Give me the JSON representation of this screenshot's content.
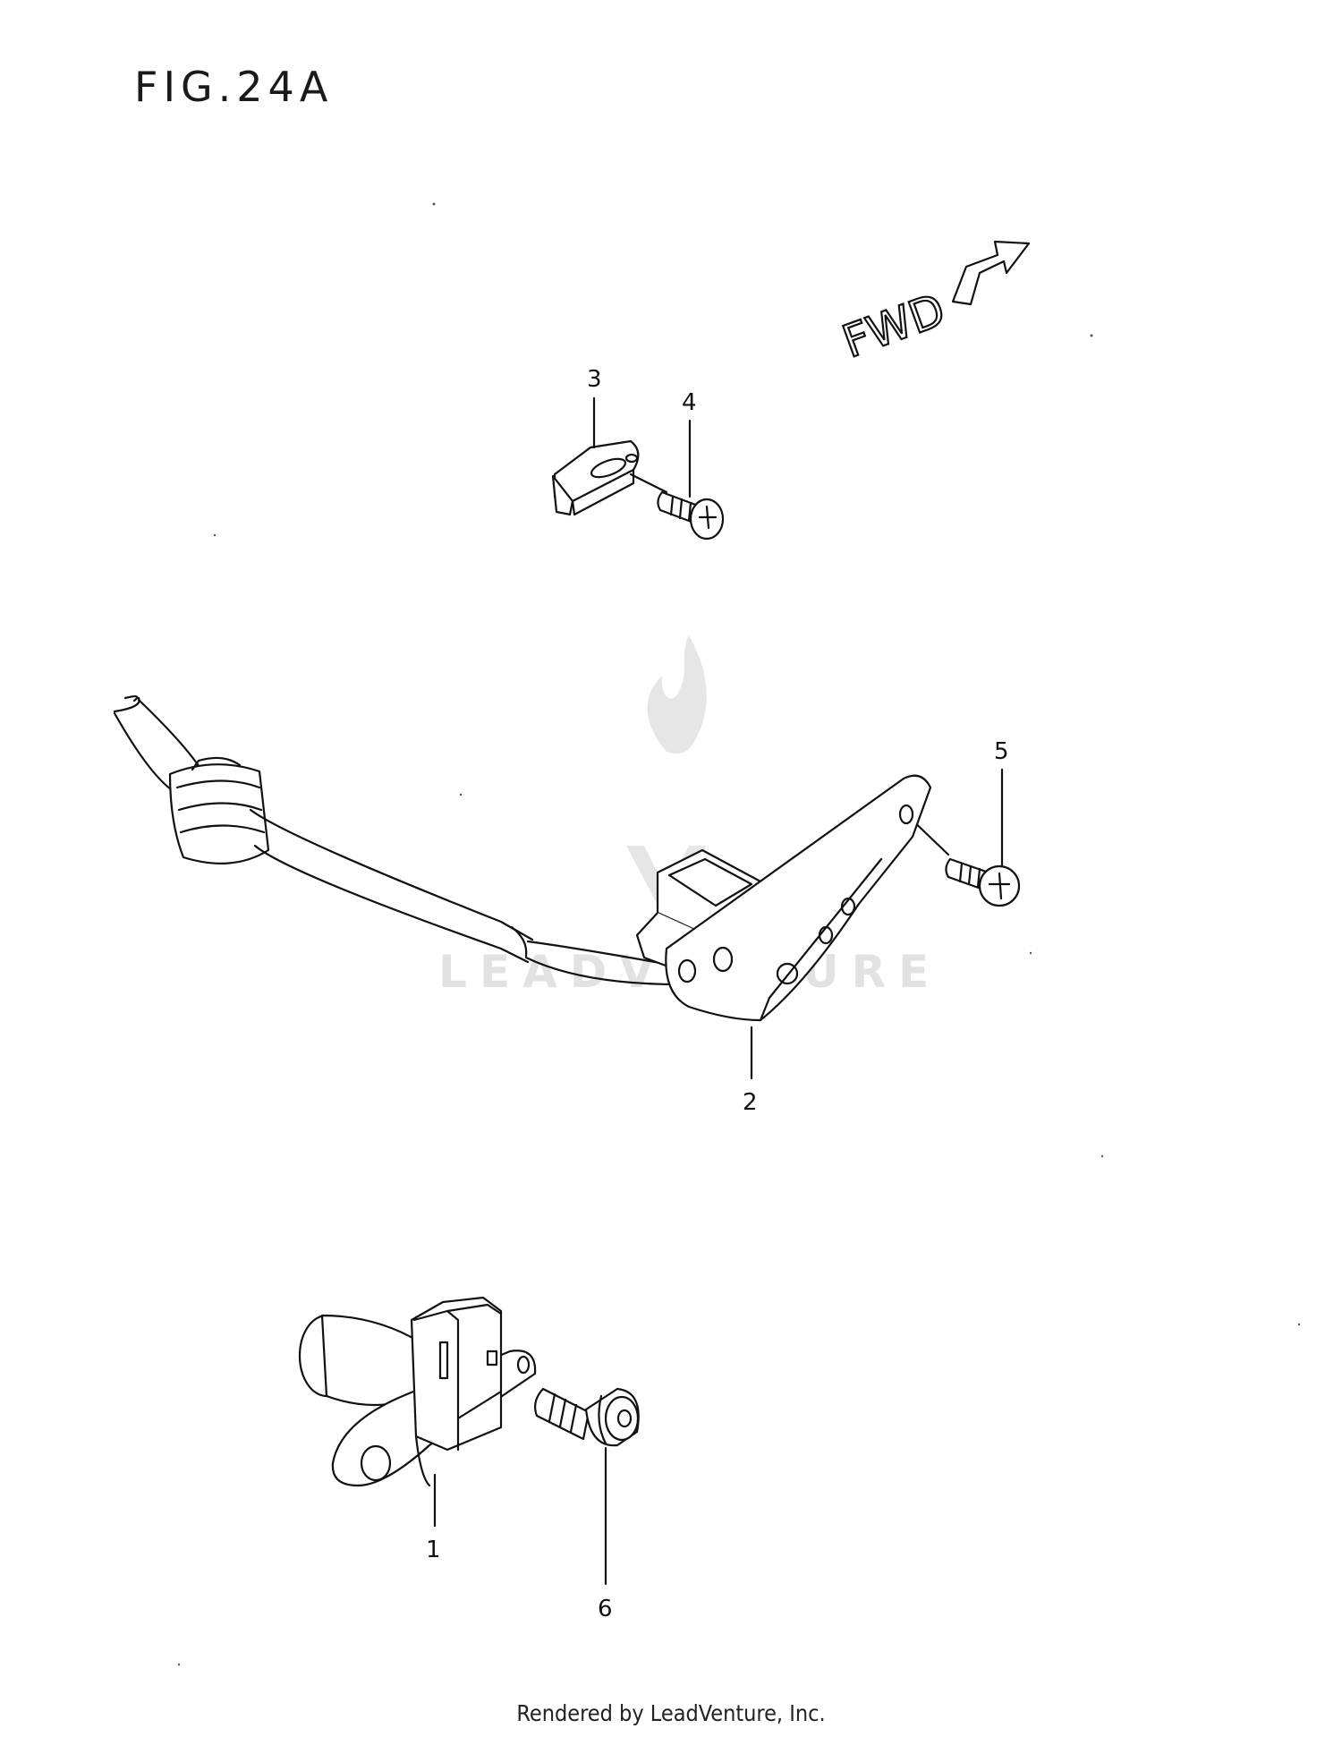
{
  "figure": {
    "title": "FIG.24A",
    "direction_label": "FWD",
    "direction_icon": "arrow-right-outline-icon"
  },
  "callouts": [
    {
      "number": "1",
      "part": "sensor"
    },
    {
      "number": "2",
      "part": "wire-harness-bracket"
    },
    {
      "number": "3",
      "part": "clamp"
    },
    {
      "number": "4",
      "part": "screw"
    },
    {
      "number": "5",
      "part": "screw"
    },
    {
      "number": "6",
      "part": "bolt"
    }
  ],
  "watermark": {
    "text": "LEADVENTURE",
    "logo_icon": "leadventure-flame-logo-icon"
  },
  "footer": {
    "text": "Rendered by LeadVenture, Inc."
  },
  "colors": {
    "line": "#111111",
    "background": "#ffffff",
    "watermark": "#e2e2e2"
  }
}
